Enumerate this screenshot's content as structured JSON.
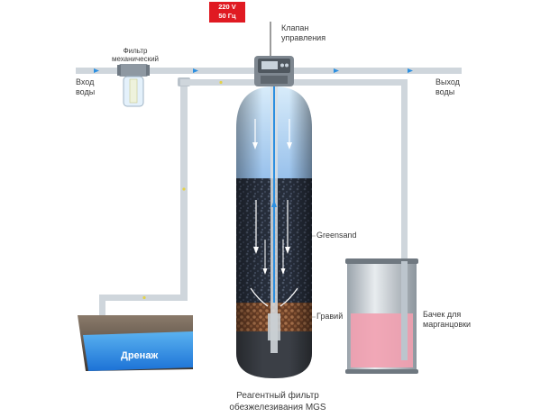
{
  "power": {
    "voltage": "220 V",
    "frequency": "50 Гц"
  },
  "control_valve": {
    "line1": "Клапан",
    "line2": "управления"
  },
  "mech_filter": {
    "line1": "Фильтр",
    "line2": "механический"
  },
  "water_in": {
    "line1": "Вход",
    "line2": "воды"
  },
  "water_out": {
    "line1": "Выход",
    "line2": "воды"
  },
  "media": {
    "greensand": "Greensand",
    "gravel": "Гравий"
  },
  "drain": {
    "label": "Дренаж"
  },
  "tank": {
    "line1": "Бачек для",
    "line2": "марганцовки"
  },
  "caption": {
    "line1": "Реагентный фильтр",
    "line2": "обезжелезивания MGS"
  },
  "colors": {
    "pipe": "#cfd6dc",
    "water_blue": "#2c8fe0",
    "media_dark": "#2b3240",
    "gravel": "#8a5a3a",
    "permanganate": "#f2a0b0",
    "power_red": "#e01a22"
  }
}
